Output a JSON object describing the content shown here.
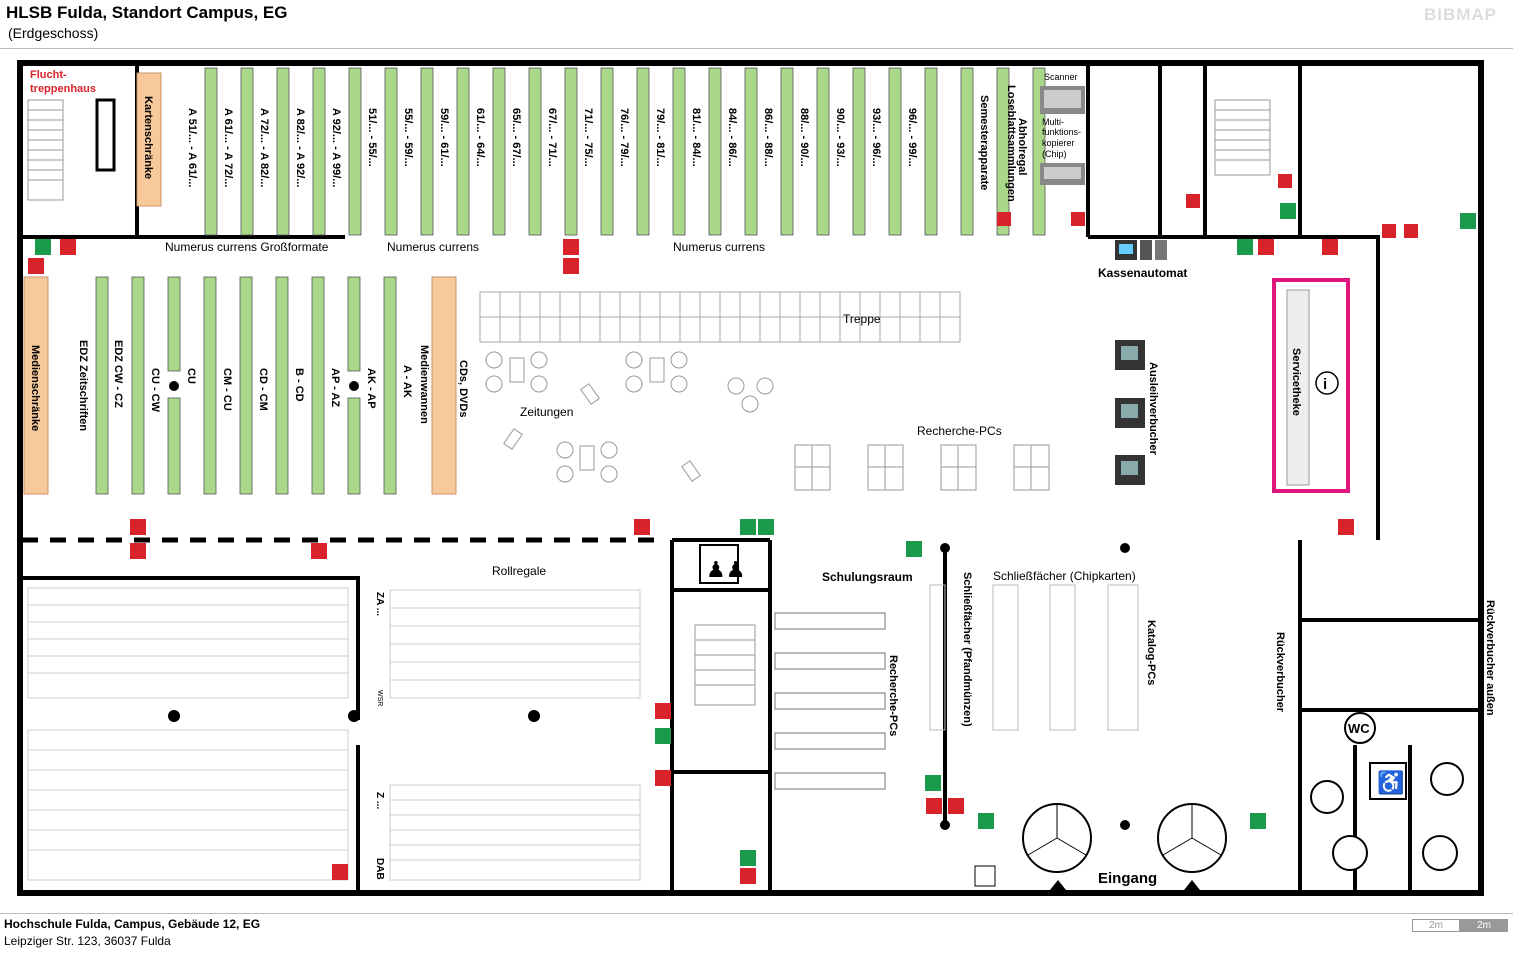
{
  "header": {
    "title": "HLSB Fulda, Standort Campus, EG",
    "subtitle": "(Erdgeschoss)",
    "brand": "BIBMAP"
  },
  "footer": {
    "line1": "Hochschule Fulda, Campus, Gebäude 12, EG",
    "line2": "Leipziger Str. 123, 36037 Fulda",
    "scale_left": "2m",
    "scale_right": "2m"
  },
  "colors": {
    "shelf": "#a9d88a",
    "cabinet": "#f7c99b",
    "highlight": "#e0157e",
    "exit": "#1a9a4a",
    "fire": "#d9232a"
  },
  "labels": {
    "flucht": "Flucht-",
    "flucht2": "treppenhaus",
    "kartenschraenke": "Kartenschränke",
    "medienschraenke": "Medienschränke",
    "numerus_gross": "Numerus currens Großformate",
    "numerus1": "Numerus currens",
    "numerus2": "Numerus currens",
    "semesterapparate": "Semesterapparate",
    "abholregal_line1": "Abholregal",
    "abholregal_line2": "Loseblattsammlungen",
    "scanner": "Scanner",
    "mfk1": "Multi-",
    "mfk2": "funktions-",
    "mfk3": "kopierer",
    "mfk4": "(Chip)",
    "kassenautomat": "Kassenautomat",
    "treppe": "Treppe",
    "zeitungen": "Zeitungen",
    "recherche_pcs": "Recherche-PCs",
    "ausleihverbucher": "Ausleihverbucher",
    "servicetheke": "Servicetheke",
    "rollregale": "Rollregale",
    "schulungsraum": "Schulungsraum",
    "schliess_pfand": "Schließfächer (Pfandmünzen)",
    "schliess_chip": "Schließfächer (Chipkarten)",
    "katalog_pcs": "Katalog-PCs",
    "recherche_pcs2": "Recherche-PCs",
    "rueckverbucher": "Rückverbucher",
    "rueckverbucher_aussen": "Rückverbucher außen",
    "eingang": "Eingang",
    "wc": "WC",
    "za": "ZA ...",
    "wsr": "WSR",
    "z": "Z ...",
    "dab": "DAB",
    "medienwannen_line1": "Medienwannen",
    "medienwannen_line2": "A - AK",
    "cds": "CDs, DVDs"
  },
  "top_shelves": [
    "A 51/... - A 61/...",
    "A 61/... - A 72/...",
    "A 72/... - A 82/...",
    "A 82/... - A 92/...",
    "A 92/... - A 99/...",
    "51/... - 55/...",
    "55/... - 59/...",
    "59/... - 61/...",
    "61/... - 64/...",
    "65/... - 67/...",
    "67/... - 71/...",
    "71/... - 75/...",
    "76/... - 79/...",
    "79/... - 81/...",
    "81/... - 84/...",
    "84/... - 86/...",
    "86/... - 88/...",
    "88/... - 90/...",
    "90/... - 93/...",
    "93/... - 96/...",
    "96/... - 99/..."
  ],
  "lower_shelves": [
    "EDZ Zeitschriften",
    "EDZ  CW - CZ",
    "CU - CW",
    "CU",
    "CM - CU",
    "CD - CM",
    "B - CD",
    "AP - AZ",
    "AK - AP"
  ]
}
